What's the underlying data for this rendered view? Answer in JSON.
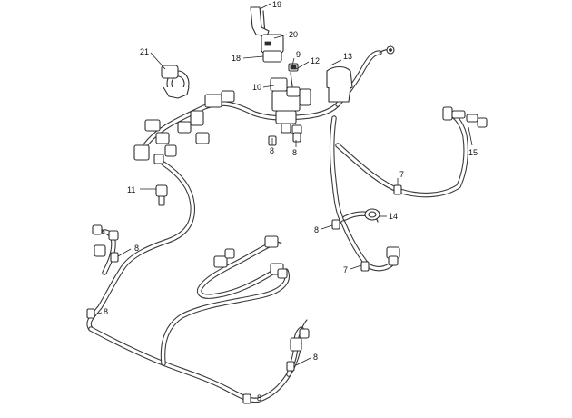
{
  "callouts": {
    "c19": "19",
    "c20": "20",
    "c18": "18",
    "c21": "21",
    "c9": "9",
    "c12": "12",
    "c13": "13",
    "c10": "10",
    "c8a": "8",
    "c8b": "8",
    "c7a": "7",
    "c15": "15",
    "c11": "11",
    "c14": "14",
    "c8c": "8",
    "c8d": "8",
    "c7b": "7",
    "c8e": "8",
    "c8f": "8",
    "c8g": "8"
  },
  "colors": {
    "line": "#3a3a3a",
    "background": "#ffffff"
  }
}
